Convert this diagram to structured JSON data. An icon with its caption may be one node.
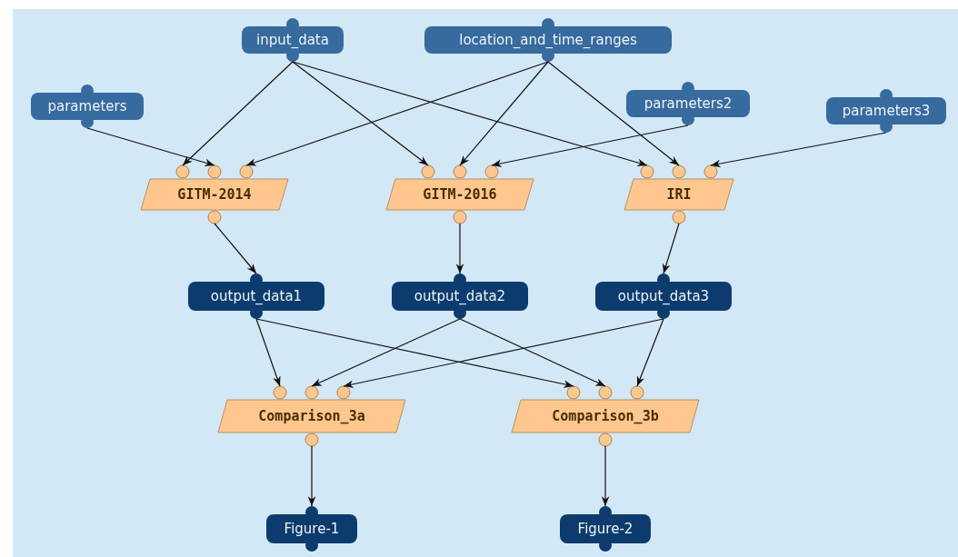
{
  "diagram": {
    "nodes": [
      {
        "text": [
          "input_data"
        ]
      },
      {
        "text": [
          "location_and_time_ranges"
        ]
      },
      {
        "text": [
          "parameters"
        ]
      },
      {
        "text": [
          "parameters2"
        ]
      },
      {
        "text": [
          "parameters3"
        ]
      },
      {
        "text": [
          "GITM-2014"
        ]
      },
      {
        "text": [
          "GITM-2016"
        ]
      },
      {
        "text": [
          "IRI"
        ]
      },
      {
        "text": [
          "output_data1"
        ]
      },
      {
        "text": [
          "output_data2"
        ]
      },
      {
        "text": [
          "output_data3"
        ]
      },
      {
        "text": [
          "Comparison_3a"
        ]
      },
      {
        "text": [
          "Comparison_3b"
        ]
      },
      {
        "text": [
          "Figure-1"
        ]
      },
      {
        "text": [
          "Figure-2"
        ]
      }
    ],
    "edges": [
      {
        "from": 0,
        "to": 5,
        "arrow": "to"
      },
      {
        "from": 0,
        "to": 6,
        "arrow": "to"
      },
      {
        "from": 0,
        "to": 7,
        "arrow": "to"
      },
      {
        "from": 1,
        "to": 5,
        "arrow": "to"
      },
      {
        "from": 1,
        "to": 6,
        "arrow": "to"
      },
      {
        "from": 1,
        "to": 7,
        "arrow": "to"
      },
      {
        "from": 2,
        "to": 5,
        "arrow": "to"
      },
      {
        "from": 3,
        "to": 6,
        "arrow": "to"
      },
      {
        "from": 4,
        "to": 7,
        "arrow": "to"
      },
      {
        "from": 5,
        "to": 8,
        "arrow": "to"
      },
      {
        "from": 6,
        "to": 9,
        "arrow": "to"
      },
      {
        "from": 7,
        "to": 10,
        "arrow": "to"
      },
      {
        "from": 8,
        "to": 11,
        "arrow": "to"
      },
      {
        "from": 8,
        "to": 12,
        "arrow": "to"
      },
      {
        "from": 9,
        "to": 11,
        "arrow": "to"
      },
      {
        "from": 9,
        "to": 12,
        "arrow": "to"
      },
      {
        "from": 10,
        "to": 11,
        "arrow": "to"
      },
      {
        "from": 10,
        "to": 12,
        "arrow": "to"
      },
      {
        "from": 11,
        "to": 13,
        "arrow": "to"
      },
      {
        "from": 12,
        "to": 14,
        "arrow": "to"
      }
    ]
  }
}
